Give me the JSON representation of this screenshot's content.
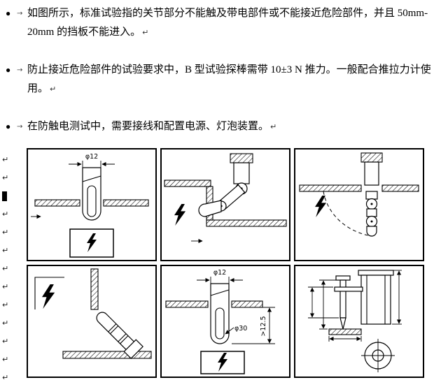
{
  "document": {
    "paragraphs": [
      {
        "bullet": "●",
        "tab": "→",
        "text": "如图所示，标准试验指的关节部分不能触及带电部件或不能接近危险部件，并且 50mm-20mm 的挡板不能进入。",
        "mark": "↵"
      },
      {
        "bullet": "●",
        "tab": "→",
        "text": "防止接近危险部件的试验要求中，B 型试验探棒需带 10±3 N 推力。一般配合推拉力计使用。",
        "mark": "↵"
      },
      {
        "bullet": "●",
        "tab": "→",
        "text": "在防触电测试中，需要接线和配置电源、灯泡装置。",
        "mark": "↵"
      }
    ]
  },
  "margin": {
    "marks": [
      "↵",
      "↵",
      "↵",
      "↵",
      "↵",
      "↵",
      "↵",
      "↵",
      "↵",
      "↵",
      "↵",
      "↵"
    ]
  },
  "figure": {
    "diagram1": {
      "dim_diameter": "φ12"
    },
    "diagram5": {
      "dim_diameter": "φ12",
      "dim_tip": "φ30",
      "dim_depth": ">12.5"
    }
  },
  "colors": {
    "ink": "#000000",
    "paper": "#ffffff"
  }
}
